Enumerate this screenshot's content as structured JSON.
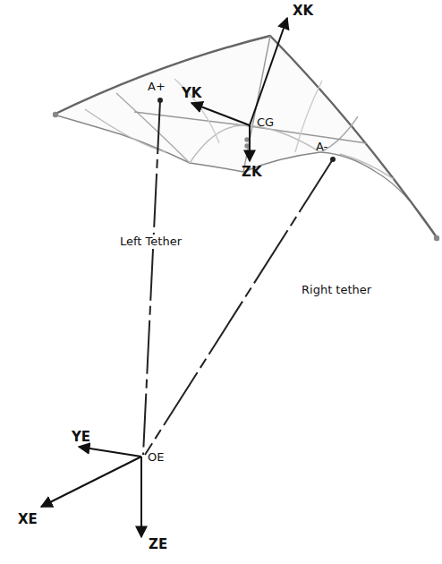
{
  "diagram": {
    "labels": [
      "XK",
      "YK",
      "CG",
      "ZK",
      "A+",
      "A-",
      "Left Tether",
      "Right tether",
      "YE",
      "OE",
      "XE",
      "ZE"
    ]
  }
}
